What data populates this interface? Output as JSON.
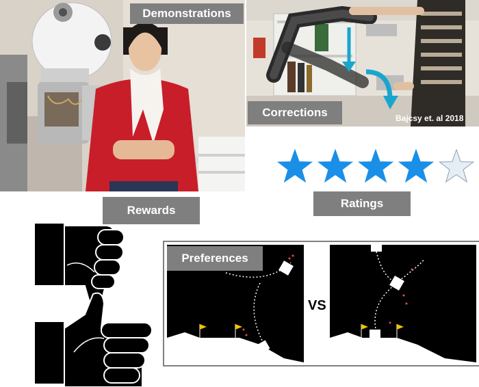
{
  "labels": {
    "demonstrations": "Demonstrations",
    "corrections": "Corrections",
    "rewards": "Rewards",
    "ratings": "Ratings",
    "preferences": "Preferences"
  },
  "credit": "Bajcsy et. al 2018",
  "vs": "VS",
  "rating": {
    "value": 4,
    "max": 5
  },
  "colors": {
    "label_bg": "#7f7f7f",
    "star_fill": "#1a8fe8",
    "star_empty": "#e6eef5",
    "arrow": "#1aa5cf",
    "flag": "#f2c300"
  },
  "icons": [
    "thumbs-down-icon",
    "thumbs-up-icon",
    "star-icon",
    "flag-icon",
    "robot-icon"
  ]
}
